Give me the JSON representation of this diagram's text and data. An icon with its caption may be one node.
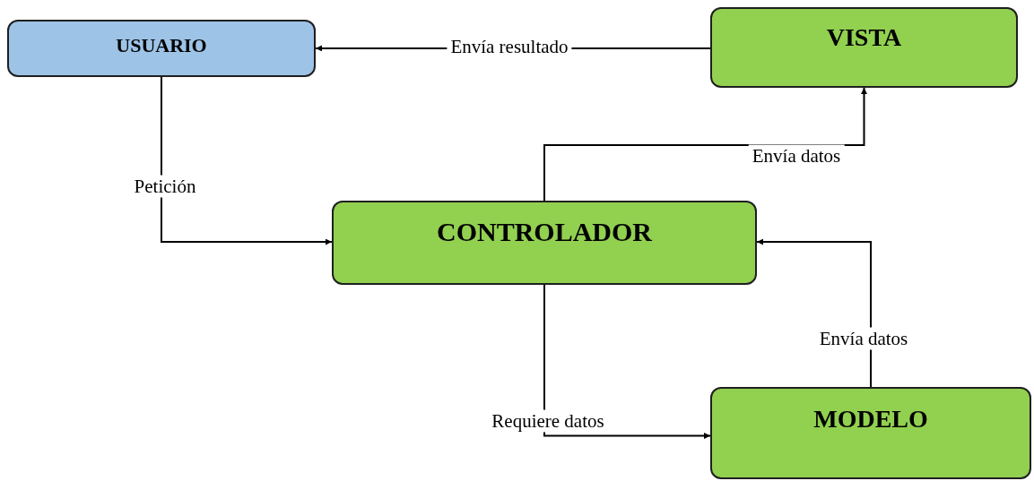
{
  "diagram": {
    "nodes": [
      {
        "text": [
          "USUARIO"
        ]
      },
      {
        "text": [
          "VISTA"
        ]
      },
      {
        "text": [
          "CONTROLADOR"
        ]
      },
      {
        "text": [
          "MODELO"
        ]
      }
    ],
    "edges": [
      {
        "from": 1,
        "to": 0,
        "arrow": "to",
        "label": "Envía resultado"
      },
      {
        "from": 0,
        "to": 2,
        "arrow": "to",
        "label": "Petición"
      },
      {
        "from": 2,
        "to": 1,
        "arrow": "to",
        "label": "Envía datos"
      },
      {
        "from": 3,
        "to": 2,
        "arrow": "to",
        "label": "Envía datos"
      },
      {
        "from": 2,
        "to": 3,
        "arrow": "to",
        "label": "Requiere datos"
      }
    ]
  }
}
